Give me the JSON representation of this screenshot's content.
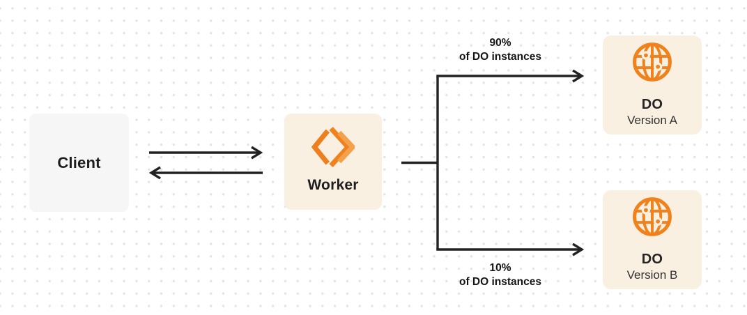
{
  "diagram": {
    "kind": "routing-diagram",
    "nodes": {
      "client": {
        "label": "Client"
      },
      "worker": {
        "label": "Worker",
        "icon": "cloudflare-workers-logo"
      },
      "do_a": {
        "title": "DO",
        "subtitle": "Version A",
        "icon": "durable-object-globe"
      },
      "do_b": {
        "title": "DO",
        "subtitle": "Version B",
        "icon": "durable-object-globe"
      }
    },
    "edges": {
      "client_worker": {
        "type": "bidirectional-arrows"
      },
      "top_branch": {
        "label_line1": "90%",
        "label_line2": "of DO instances"
      },
      "bottom_branch": {
        "label_line1": "10%",
        "label_line2": "of DO instances"
      }
    },
    "colors": {
      "accent_orange": "#F0821E",
      "accent_orange_light": "#F5A14B",
      "box_cream": "#FAF0E2",
      "box_gray": "#F6F6F6",
      "connector_dark": "#222222",
      "dot_grid": "#E3E3E3",
      "text_dark": "#1D1D1F"
    }
  }
}
